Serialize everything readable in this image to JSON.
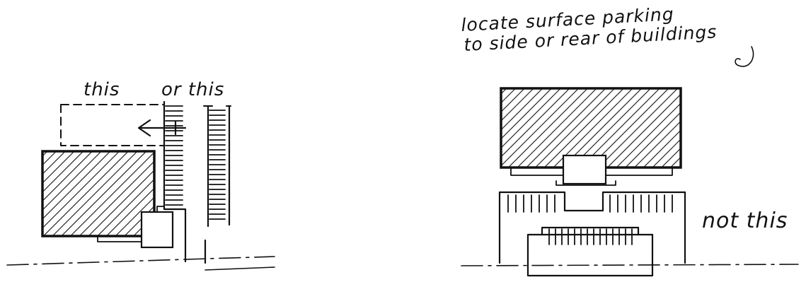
{
  "left_sketch": {
    "label_this": "this",
    "label_or_this": "or this"
  },
  "right_sketch": {
    "caption_line1": "locate surface parking",
    "caption_line2": "to side or rear of buildings",
    "label_not_this": "not this"
  }
}
